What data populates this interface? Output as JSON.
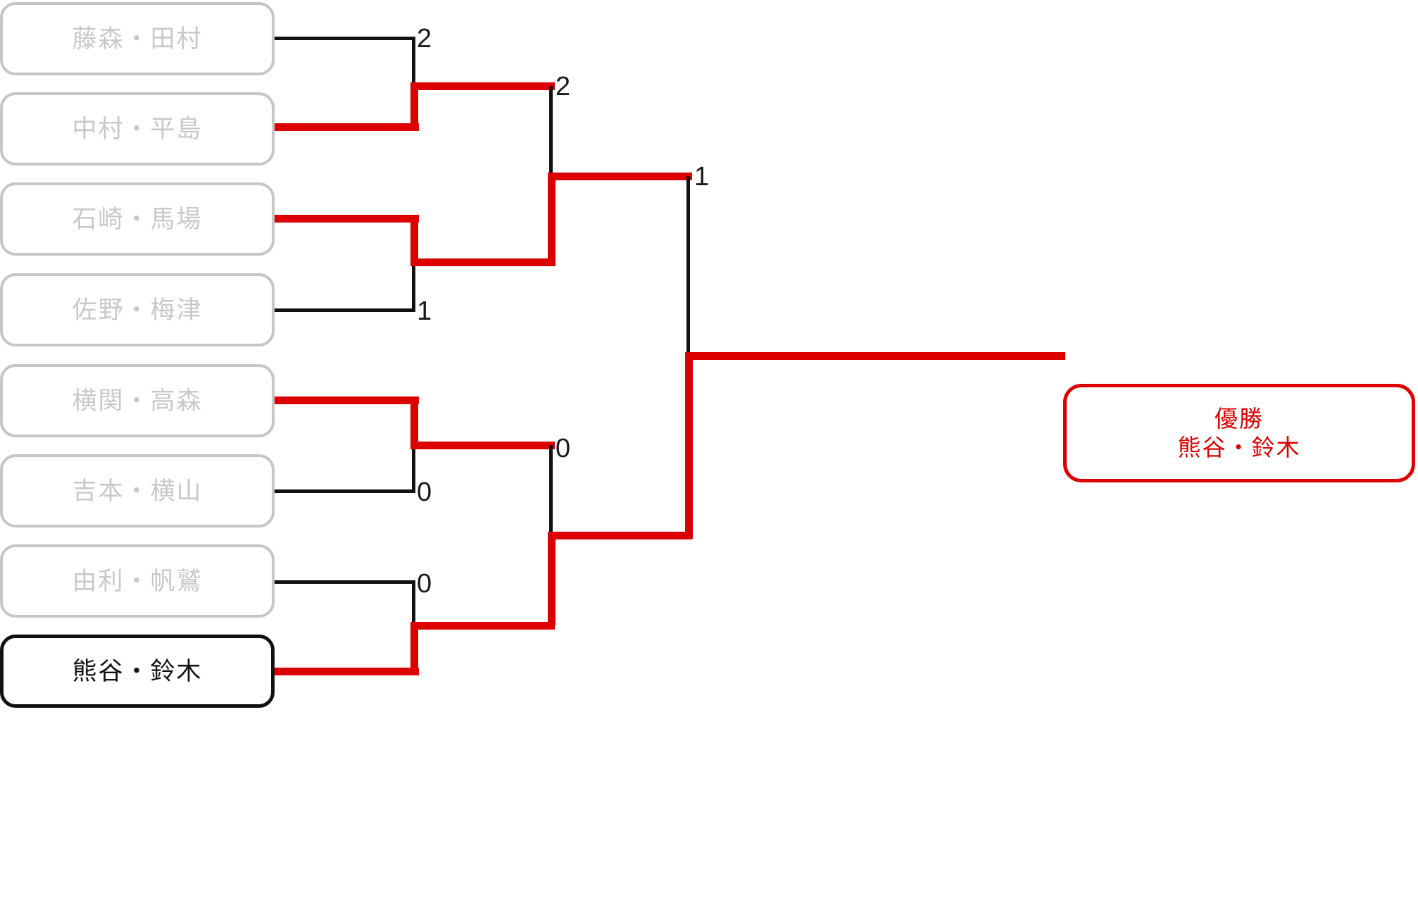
{
  "bracket": {
    "title_text": "",
    "colors": {
      "win_line": "#dd0000",
      "lose_line": "#111111",
      "box_border": "#c6c6c6",
      "box_text": "#c8c8c8",
      "highlight_border": "#111111",
      "champion": "#dd0000"
    },
    "teams": [
      {
        "id": "t1",
        "name": "藤森・田村",
        "highlight": false
      },
      {
        "id": "t2",
        "name": "中村・平島",
        "highlight": false
      },
      {
        "id": "t3",
        "name": "石崎・馬場",
        "highlight": false
      },
      {
        "id": "t4",
        "name": "佐野・梅津",
        "highlight": false
      },
      {
        "id": "t5",
        "name": "横関・高森",
        "highlight": false
      },
      {
        "id": "t6",
        "name": "吉本・横山",
        "highlight": false
      },
      {
        "id": "t7",
        "name": "由利・帆鷲",
        "highlight": false
      },
      {
        "id": "t8",
        "name": "熊谷・鈴木",
        "highlight": true
      }
    ],
    "rounds": [
      {
        "name": "round-1",
        "matches": [
          {
            "id": "r1m1",
            "top": "藤森・田村",
            "bottom": "中村・平島",
            "winner": "中村・平島",
            "loser_score": "2"
          },
          {
            "id": "r1m2",
            "top": "石崎・馬場",
            "bottom": "佐野・梅津",
            "winner": "石崎・馬場",
            "loser_score": "1"
          },
          {
            "id": "r1m3",
            "top": "横関・高森",
            "bottom": "吉本・横山",
            "winner": "横関・高森",
            "loser_score": "0"
          },
          {
            "id": "r1m4",
            "top": "由利・帆鷲",
            "bottom": "熊谷・鈴木",
            "winner": "熊谷・鈴木",
            "loser_score": "0"
          }
        ]
      },
      {
        "name": "round-2",
        "matches": [
          {
            "id": "r2m1",
            "top": "中村・平島",
            "bottom": "石崎・馬場",
            "winner": "石崎・馬場",
            "loser_score": "2"
          },
          {
            "id": "r2m2",
            "top": "横関・高森",
            "bottom": "熊谷・鈴木",
            "winner": "熊谷・鈴木",
            "loser_score": "0"
          }
        ]
      },
      {
        "name": "final",
        "matches": [
          {
            "id": "fm1",
            "top": "石崎・馬場",
            "bottom": "熊谷・鈴木",
            "winner": "熊谷・鈴木",
            "loser_score": "1"
          }
        ]
      }
    ],
    "scores": {
      "r1m1_loser": "2",
      "r1m2_loser": "1",
      "r1m3_loser": "0",
      "r1m4_loser": "0",
      "r2m1_loser": "2",
      "r2m2_loser": "0",
      "final_loser": "1"
    },
    "champion": {
      "label": "優勝",
      "name": "熊谷・鈴木"
    }
  }
}
